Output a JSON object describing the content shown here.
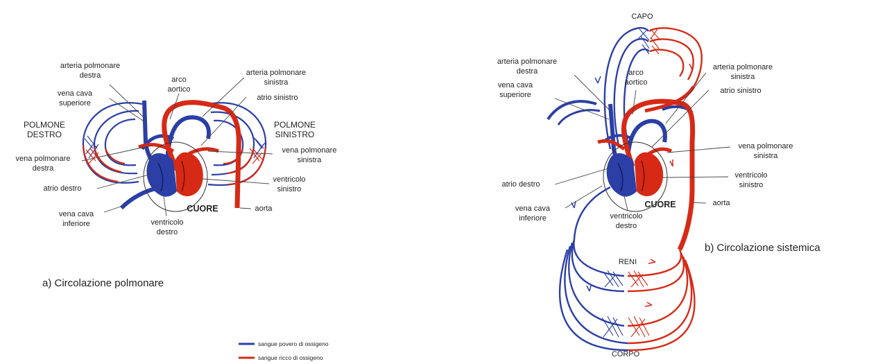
{
  "colors": {
    "deoxygenated": "#2b3fa6",
    "oxygenated": "#d62a16",
    "leader": "#444444",
    "background": "#ffffff"
  },
  "left_panel": {
    "caption": "a) Circolazione polmonare",
    "heart": "CUORE",
    "lung_right": [
      "POLMONE",
      "DESTRO"
    ],
    "lung_left": [
      "POLMONE",
      "SINISTRO"
    ],
    "labels": {
      "arteria_polmonare_destra": [
        "arteria polmonare",
        "destra"
      ],
      "vena_cava_superiore": [
        "vena cava",
        "superiore"
      ],
      "arco_aortico": [
        "arco",
        "aortico"
      ],
      "arteria_polmonare_sinistra": [
        "arteria polmonare",
        "sinistra"
      ],
      "atrio_sinistro": "atrio sinistro",
      "vena_polmonare_destra": [
        "vena polmonare",
        "destra"
      ],
      "vena_polmonare_sinistra": [
        "vena polmonare",
        "sinistra"
      ],
      "atrio_destro": "atrio destro",
      "ventricolo_sinistro": [
        "ventricolo",
        "sinistro"
      ],
      "vena_cava_inferiore": [
        "vena cava",
        "inferiore"
      ],
      "ventricolo_destro": [
        "ventricolo",
        "destro"
      ],
      "aorta": "aorta"
    }
  },
  "right_panel": {
    "caption": "b) Circolazione sistemica",
    "heart": "CUORE",
    "head": "CAPO",
    "kidneys": "RENI",
    "body": "CORPO",
    "labels": {
      "arteria_polmonare_destra": [
        "arteria polmonare",
        "destra"
      ],
      "vena_cava_superiore": [
        "vena cava",
        "superiore"
      ],
      "arco_aortico": [
        "arco",
        "aortico"
      ],
      "arteria_polmonare_sinistra": [
        "arteria polmonare",
        "sinistra"
      ],
      "atrio_sinistro": "atrio sinistro",
      "vena_polmonare_sinistra": [
        "vena polmonare",
        "sinistra"
      ],
      "atrio_destro": "atrio destro",
      "ventricolo_sinistro": [
        "ventricolo",
        "sinistro"
      ],
      "vena_cava_inferiore": [
        "vena cava",
        "inferiore"
      ],
      "ventricolo_destro": [
        "ventricolo",
        "destro"
      ],
      "aorta": "aorta"
    }
  },
  "legend": [
    {
      "label": "sangue povero di ossigeno",
      "color": "#2b3fa6"
    },
    {
      "label": "sangue ricco di ossigeno",
      "color": "#d62a16"
    }
  ]
}
